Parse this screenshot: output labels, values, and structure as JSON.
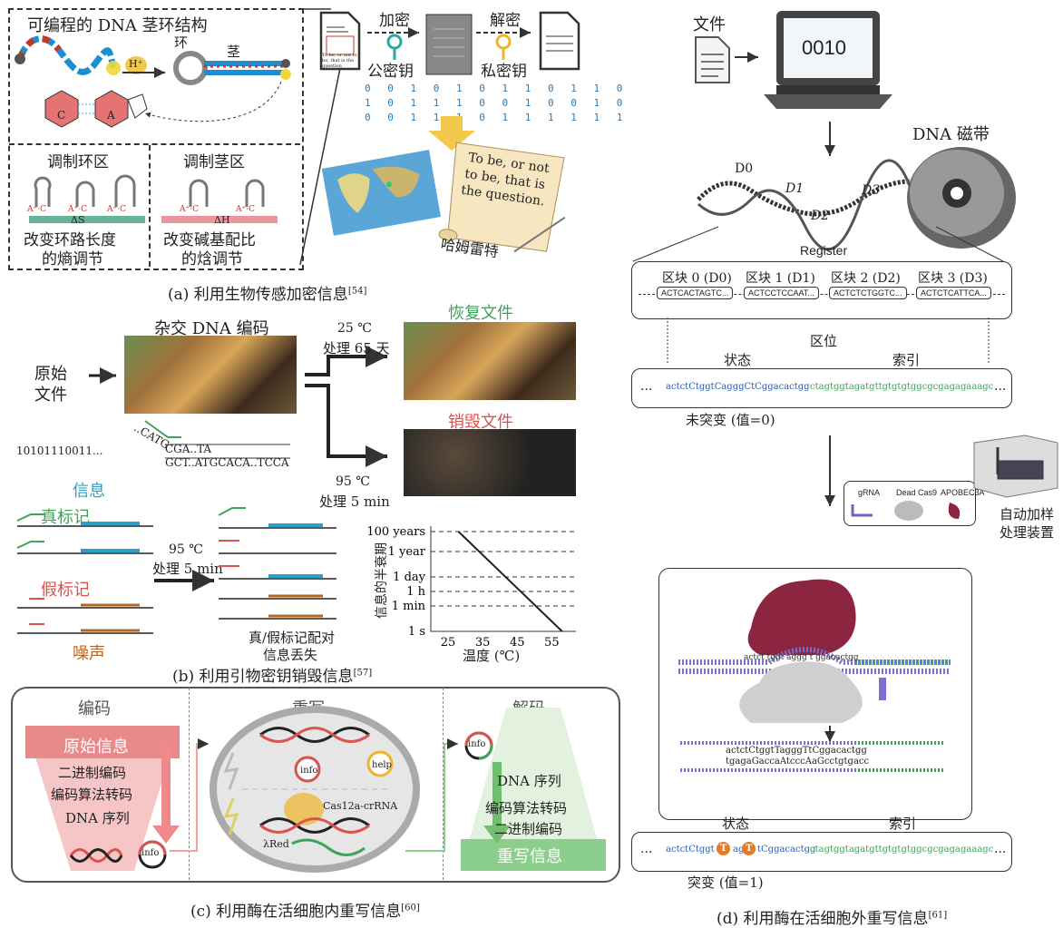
{
  "panel_a": {
    "title": "可编程的 DNA 茎环结构",
    "loop": "环",
    "stem": "茎",
    "hplus": "H⁺",
    "nuc_c": "C",
    "nuc_a": "A",
    "loop_region": "调制环区",
    "stem_region": "调制茎区",
    "pair": "A⁺·C",
    "delta_s": "ΔS",
    "delta_h": "ΔH",
    "loop_desc1": "改变环路长度",
    "loop_desc2": "的熵调节",
    "stem_desc1": "改变碱基配比",
    "stem_desc2": "的焓调节",
    "encrypt": "加密",
    "decrypt": "解密",
    "public_key": "公密钥",
    "private_key": "私密钥",
    "binary": [
      "0 0 1 0 1 0 1 1 0 1 1 0",
      "1 0 1 1 1 0 0 1 0 0 1 0",
      "0 0 1 1 1 0 1 1 1 1 1 1"
    ],
    "scroll_text": [
      "To be, or not",
      "to be, that is",
      "the question."
    ],
    "hamlet": "哈姆雷特",
    "doc_text": "To be, or not to be, that is the question",
    "caption": "(a) 利用生物传感加密信息",
    "ref": "[54]"
  },
  "panel_b": {
    "hybrid": "杂交 DNA 编码",
    "original": [
      "原始",
      "文件"
    ],
    "cond1": [
      "25 ℃",
      "处理 65 天"
    ],
    "restored": "恢复文件",
    "destroyed": "销毁文件",
    "cond2": [
      "95 ℃",
      "处理 5 min"
    ],
    "seq1": "..CATG",
    "seq2": "CGA..TA",
    "seq3": "GCT..ATGCACA..TCCA",
    "bits": "10101110011...",
    "info": "信息",
    "true_tag": "真标记",
    "fake_tag": "假标记",
    "noise": "噪声",
    "cond3": [
      "95 ℃",
      "处理 5 min"
    ],
    "loss": [
      "真/假标记配对",
      "信息丢失"
    ],
    "chart_ylabel": "信息的半衰期",
    "caption": "(b) 利用引物密钥销毁信息",
    "ref": "[57]"
  },
  "chart_data": {
    "type": "line",
    "title": "",
    "xlabel": "温度 (℃)",
    "ylabel": "信息的半衰期",
    "x_ticks": [
      "25",
      "35",
      "45",
      "55"
    ],
    "y_ticks": [
      "100 years",
      "1 year",
      "1 day",
      "1 h",
      "1 min",
      "1 s"
    ],
    "series": [
      {
        "x": [
          28,
          58
        ],
        "y": [
          "100 years",
          "1 s"
        ]
      }
    ],
    "xlim": [
      20,
      62
    ],
    "grid": "dashed horizontal"
  },
  "panel_c": {
    "encode": "编码",
    "rewrite": "重写",
    "decode": "解码",
    "funnel": [
      "原始信息",
      "二进制编码",
      "编码算法转码",
      "DNA 序列"
    ],
    "info": "info",
    "help": "help",
    "cas": "Cas12a-crRNA",
    "lred": "λRed",
    "stack": [
      "DNA 序列",
      "编码算法转码",
      "二进制编码",
      "重写信息"
    ],
    "caption": "(c) 利用酶在活细胞内重写信息",
    "ref": "[60]"
  },
  "panel_d": {
    "file": "文件",
    "screen": "0010",
    "tape": "DNA 磁带",
    "d_labels": [
      "D0",
      "D1",
      "D2",
      "D3"
    ],
    "register": "Register",
    "blocks": [
      "区块 0 (D0)",
      "区块 1 (D1)",
      "区块 2 (D2)",
      "区块 3 (D3)"
    ],
    "block_seqs": [
      "ACTCACTAGTC...",
      "ACTCCTCCAAT...",
      "ACTCTCTGGTC...",
      "ACTCTCATTCA..."
    ],
    "bit_pos": "区位",
    "state": "状态",
    "index": "索引",
    "seq_state": "actctCtggtCagggCtCggacactgg",
    "seq_index": "ctagtggtagatgttgtgtgtggcgcgagagaaagc",
    "unmut": "未突变 (值=0)",
    "grna": "gRNA",
    "dcas": "Dead Cas9",
    "apobec": "APOBEC3A",
    "auto": [
      "自动加样",
      "处理装置"
    ],
    "bubble_seq": "actct tggt aggg t ggacactgg",
    "ds_top": "actctCtggtTagggTtCggacactgg",
    "ds_bot": "tgagaGaccaAtcccAaGcctgtgacc",
    "seq_mut_a": "actctCtggt",
    "seq_mut_b": "aggg",
    "seq_mut_c": "tCggacactgg",
    "mut_base": "T",
    "mut": "突变 (值=1)",
    "ellipsis": "...",
    "caption": "(d) 利用酶在活细胞外重写信息",
    "ref": "[61]"
  }
}
